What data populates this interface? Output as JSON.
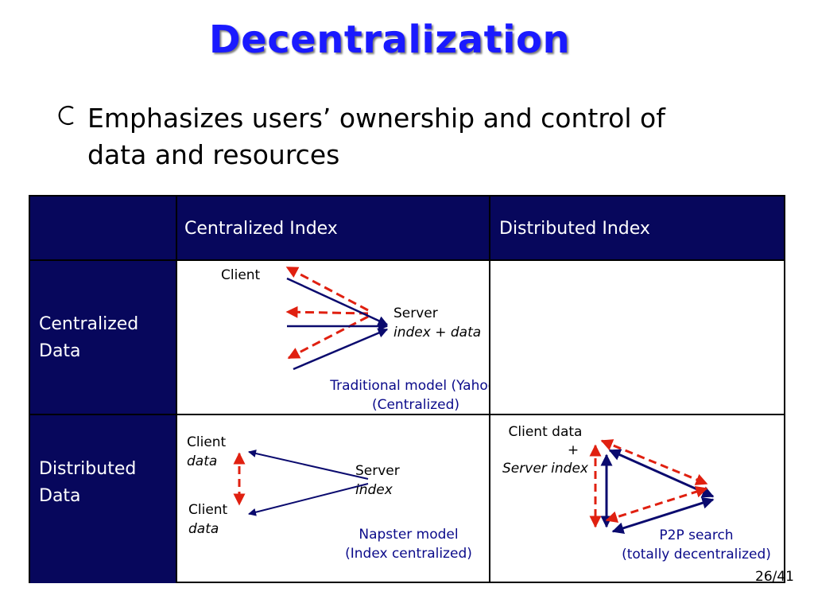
{
  "title": "Decentralization",
  "bullet": {
    "line1": "Emphasizes users’ ownership and control of",
    "line2": "data and resources"
  },
  "table": {
    "col_headers": [
      "Centralized Index",
      "Distributed Index"
    ],
    "row_headers": [
      {
        "line1": "Centralized",
        "line2": "Data"
      },
      {
        "line1": "Distributed",
        "line2": "Data"
      }
    ],
    "traditional": {
      "client": "Client",
      "server_l1": "Server",
      "server_l2": "index + data",
      "caption_l1": "Traditional model (Yahoo)",
      "caption_l2": "(Centralized)"
    },
    "napster": {
      "client1_l1": "Client",
      "client1_l2": "data",
      "client2_l1": "Client",
      "client2_l2": "data",
      "server_l1": "Server",
      "server_l2": "index",
      "caption_l1": "Napster model",
      "caption_l2": "(Index centralized)"
    },
    "p2p": {
      "label_l1": "Client data",
      "label_l2": "+",
      "label_l3": "Server index",
      "caption_l1": "P2P search",
      "caption_l2": "(totally decentralized)"
    }
  },
  "page_number": "26/41",
  "colors": {
    "title": "#1a1aff",
    "header_bg": "#07075c",
    "arrow_navy": "#0a0a6e",
    "arrow_red": "#e02010",
    "caption": "#0a0a8a"
  }
}
